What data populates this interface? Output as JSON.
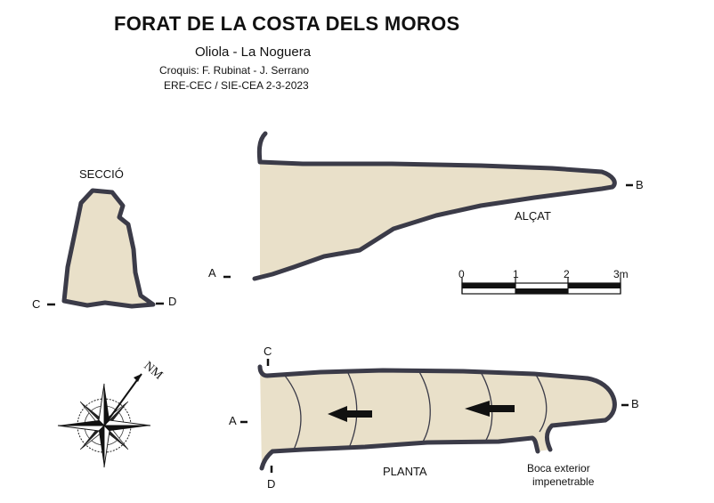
{
  "header": {
    "title": "FORAT DE LA COSTA DELS MOROS",
    "location": "Oliola - La Noguera",
    "credits_line1": "Croquis: F. Rubinat - J. Serrano",
    "credits_line2": "ERE-CEC / SIE-CEA  2-3-2023"
  },
  "views": {
    "section_label": "SECCIÓ",
    "elevation_label": "ALÇAT",
    "plan_label": "PLANTA"
  },
  "points": {
    "a_elevation": "A",
    "b_elevation": "B",
    "c_section": "C",
    "d_section": "D",
    "c_plan": "C",
    "d_plan": "D",
    "a_plan": "A",
    "b_plan": "B"
  },
  "scale_bar": {
    "ticks": [
      "0",
      "1",
      "2",
      "3m"
    ]
  },
  "entrance_note": {
    "line1": "Boca  exterior",
    "line2": "impenetrable"
  },
  "compass": {
    "label": "NM"
  },
  "colors": {
    "cave_fill": "#e9e0c9",
    "outline": "#3b3b48",
    "ink": "#111111"
  }
}
